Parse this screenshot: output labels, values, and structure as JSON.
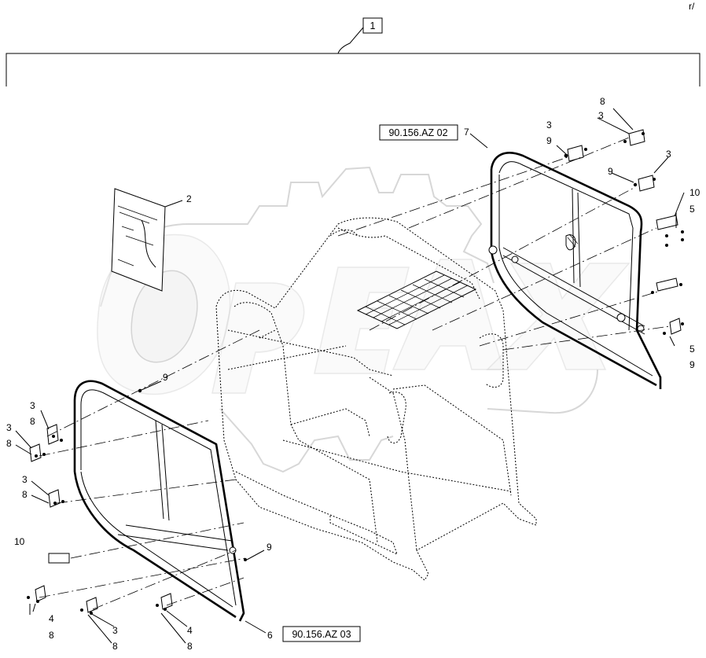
{
  "diagram": {
    "assembly_callout": "1",
    "reference_boxes": [
      "90.156.AZ 02",
      "90.156.AZ 03"
    ],
    "corner_mark": "r/",
    "part_labels": {
      "p2": "2",
      "p7": "7",
      "p6": "6",
      "r8a": "8",
      "r3a": "3",
      "r9a": "9",
      "r3b": "3",
      "r3c": "3",
      "r9b": "9",
      "r10": "10",
      "r5a": "5",
      "r5b": "5",
      "r9c": "9",
      "l9a": "9",
      "l3a": "3",
      "l8a": "8",
      "l3b": "3",
      "l8b": "8",
      "l3c": "3",
      "l8c": "8",
      "l10": "10",
      "l9b": "9",
      "b4a": "4",
      "b8a": "8",
      "b3": "3",
      "b8b": "8",
      "b4b": "4",
      "b8c": "8"
    },
    "watermark_icon": "gear-watermark-icon"
  }
}
